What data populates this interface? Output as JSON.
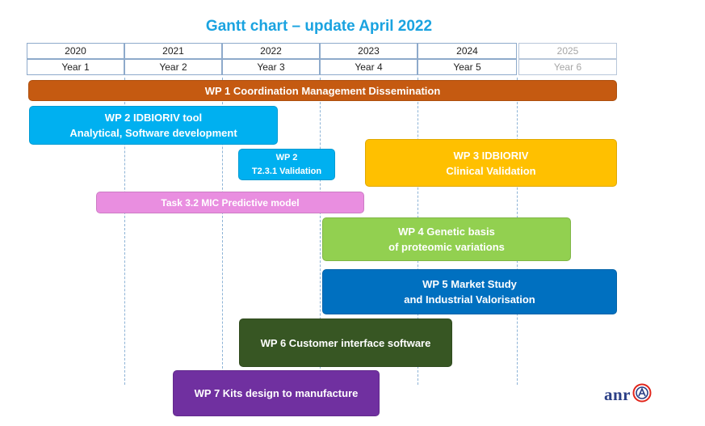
{
  "title": "Gantt chart – update April 2022",
  "header": {
    "years": [
      "2020",
      "2021",
      "2022",
      "2023",
      "2024",
      "2025"
    ],
    "year_labels": [
      "Year 1",
      "Year 2",
      "Year 3",
      "Year 4",
      "Year 5",
      "Year 6"
    ]
  },
  "tasks": [
    {
      "label": "WP 1 Coordination Management Dissemination",
      "color": "#c55a11"
    },
    {
      "label": "WP 2 IDBIORIV tool\nAnalytical, Software development",
      "color": "#00b0f0"
    },
    {
      "label": "WP 2\nT2.3.1 Validation",
      "color": "#00b0f0"
    },
    {
      "label": "WP 3 IDBIORIV\nClinical Validation",
      "color": "#ffc000"
    },
    {
      "label": "Task 3.2 MIC Predictive model",
      "color": "#e98ee0"
    },
    {
      "label": "WP 4 Genetic basis\nof proteomic variations",
      "color": "#92d050"
    },
    {
      "label": "WP 5 Market Study\nand Industrial Valorisation",
      "color": "#0070c0"
    },
    {
      "label": "WP 6 Customer interface software",
      "color": "#375623"
    },
    {
      "label": "WP 7 Kits design to manufacture",
      "color": "#7030a0"
    }
  ],
  "logo": {
    "text": "anr",
    "icon": "anr-logo-icon"
  }
}
